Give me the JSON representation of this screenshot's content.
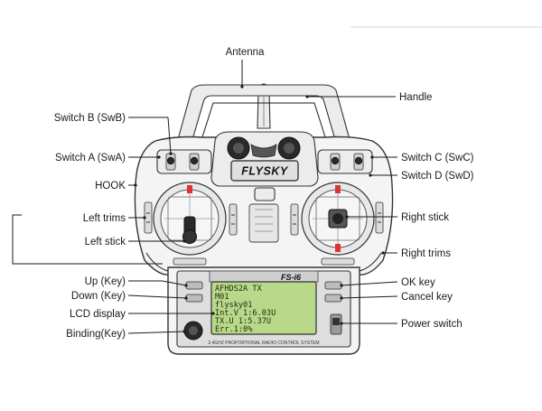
{
  "labels": {
    "antenna": "Antenna",
    "handle": "Handle",
    "switch_b": "Switch B (SwB)",
    "switch_a": "Switch A (SwA)",
    "switch_c": "Switch C (SwC)",
    "switch_d": "Switch D (SwD)",
    "hook": "HOOK",
    "left_trims": "Left trims",
    "left_stick": "Left stick",
    "right_stick": "Right stick",
    "right_trims": "Right trims",
    "up_key": "Up (Key)",
    "down_key": "Down (Key)",
    "lcd_display": "LCD display",
    "binding_key": "Binding(Key)",
    "ok_key": "OK key",
    "cancel_key": "Cancel key",
    "power_switch": "Power switch"
  },
  "device": {
    "brand": "FLYSKY",
    "model": "FS-i6",
    "lcd_lines": [
      "AFHDS2A TX",
      "M01",
      "flysky01",
      "Int.V 1:6.03U",
      "TX.U 1:5.37U",
      "Err.1:0%"
    ],
    "panel_bottom_text": "2.4GHZ PROPORTIONAL RADIO CONTROL SYSTEM"
  }
}
